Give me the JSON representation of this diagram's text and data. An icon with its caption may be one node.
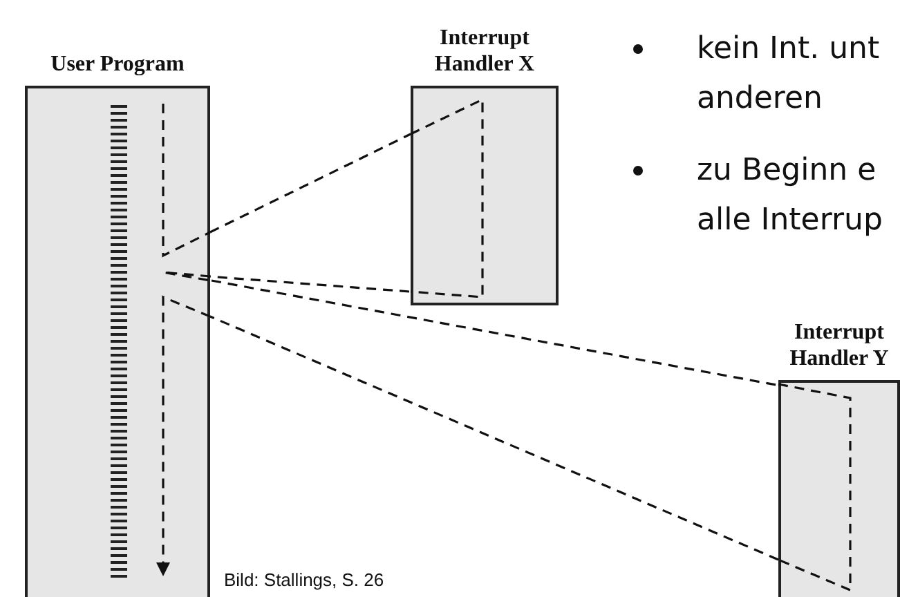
{
  "diagram": {
    "caption": "Bild: Stallings, S. 26",
    "nodes": [
      {
        "text": [
          "User Program"
        ]
      },
      {
        "text": [
          "Interrupt Handler X"
        ]
      },
      {
        "text": [
          "Interrupt Handler Y"
        ]
      }
    ],
    "edges": [
      {
        "from": 0,
        "to": 1,
        "arrow": "none",
        "style": "dashed"
      },
      {
        "from": 1,
        "to": 0,
        "arrow": "none",
        "style": "dashed"
      },
      {
        "from": 0,
        "to": 2,
        "arrow": "none",
        "style": "dashed"
      },
      {
        "from": 2,
        "to": 0,
        "arrow": "none",
        "style": "dashed"
      }
    ],
    "labels": [
      "kein Int. unt anderen",
      "zu Beginn e alle Interrup"
    ]
  }
}
